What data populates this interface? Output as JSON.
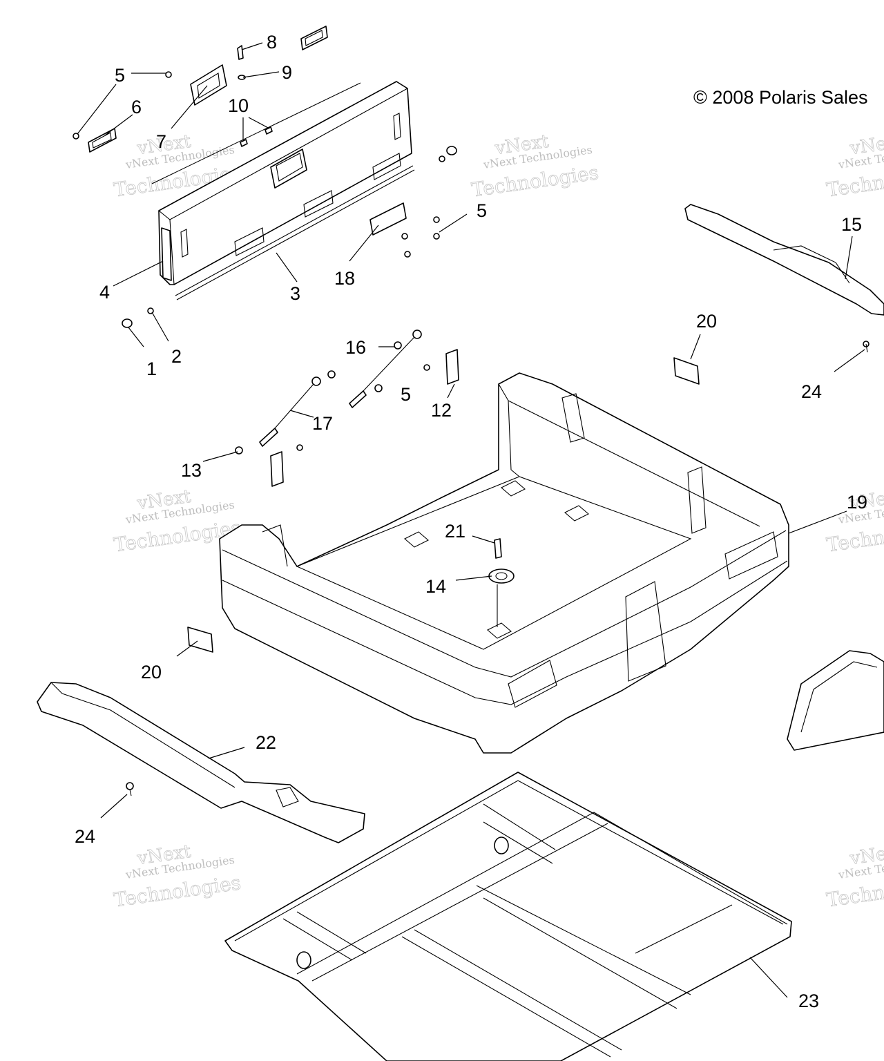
{
  "copyright": "© 2008 Polaris Sales",
  "watermark": {
    "line1": "vNext Technologies",
    "line2": "Technologies",
    "brand": "vNext"
  },
  "callouts": [
    {
      "id": "c1",
      "label": "1"
    },
    {
      "id": "c2",
      "label": "2"
    },
    {
      "id": "c3",
      "label": "3"
    },
    {
      "id": "c4",
      "label": "4"
    },
    {
      "id": "c5a",
      "label": "5"
    },
    {
      "id": "c5b",
      "label": "5"
    },
    {
      "id": "c5c",
      "label": "5"
    },
    {
      "id": "c6",
      "label": "6"
    },
    {
      "id": "c7",
      "label": "7"
    },
    {
      "id": "c8",
      "label": "8"
    },
    {
      "id": "c9",
      "label": "9"
    },
    {
      "id": "c10",
      "label": "10"
    },
    {
      "id": "c12",
      "label": "12"
    },
    {
      "id": "c13",
      "label": "13"
    },
    {
      "id": "c14",
      "label": "14"
    },
    {
      "id": "c15",
      "label": "15"
    },
    {
      "id": "c16",
      "label": "16"
    },
    {
      "id": "c17",
      "label": "17"
    },
    {
      "id": "c18",
      "label": "18"
    },
    {
      "id": "c19",
      "label": "19"
    },
    {
      "id": "c20a",
      "label": "20"
    },
    {
      "id": "c20b",
      "label": "20"
    },
    {
      "id": "c21",
      "label": "21"
    },
    {
      "id": "c22",
      "label": "22"
    },
    {
      "id": "c23",
      "label": "23"
    },
    {
      "id": "c24a",
      "label": "24"
    },
    {
      "id": "c24b",
      "label": "24"
    }
  ]
}
